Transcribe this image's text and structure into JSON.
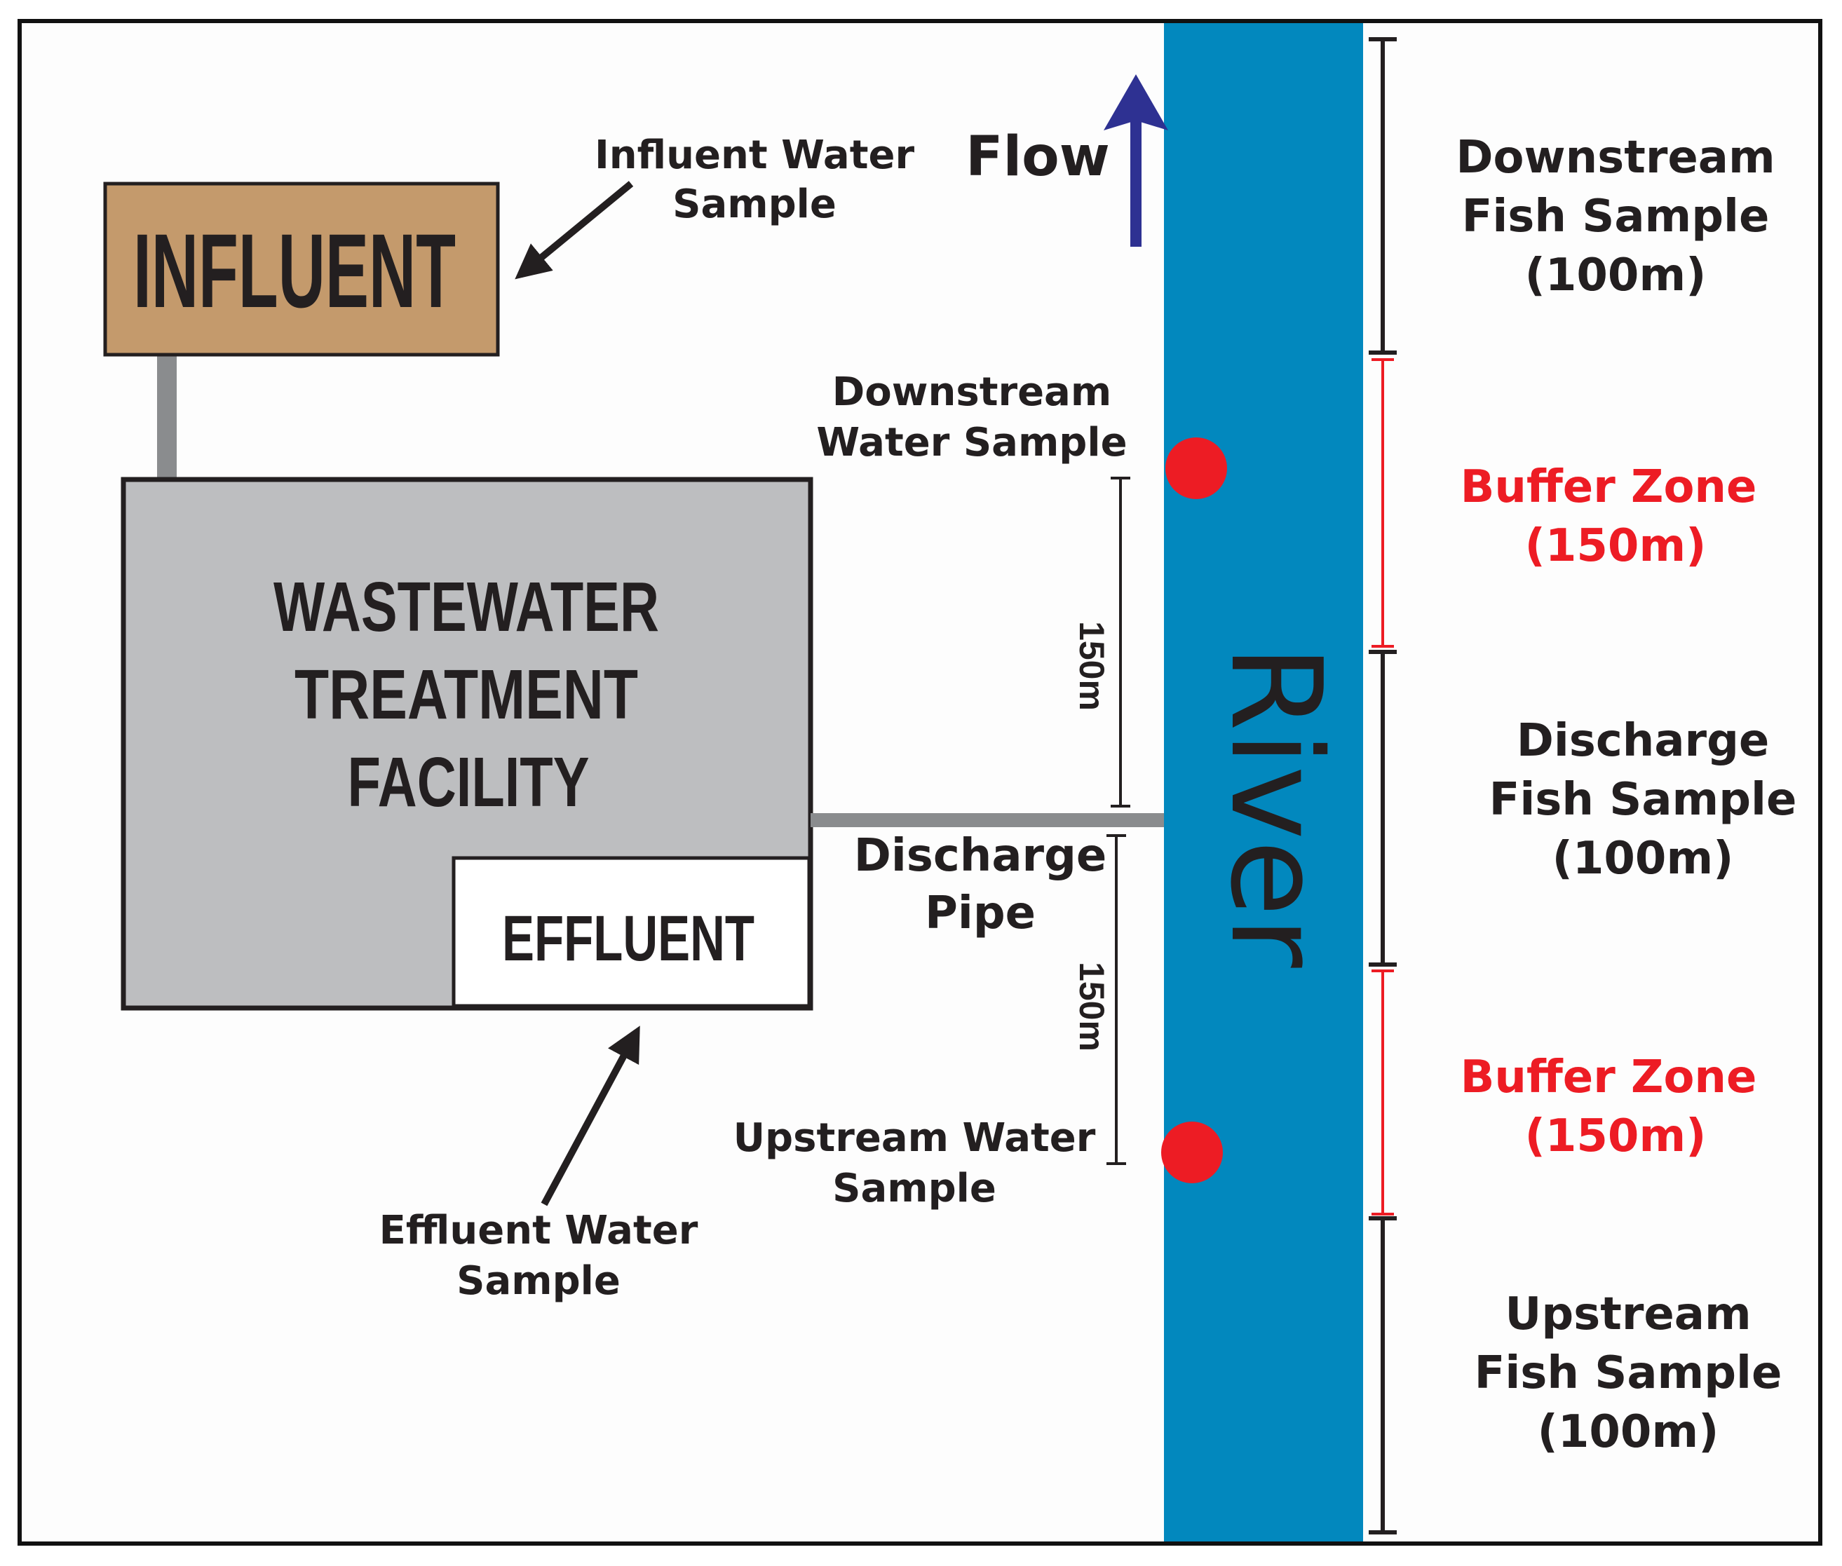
{
  "boxes": {
    "influent": "INFLUENT",
    "facility_lines": [
      "WASTEWATER",
      "TREATMENT",
      "FACILITY"
    ],
    "effluent": "EFFLUENT"
  },
  "river": {
    "label": "River"
  },
  "flow": {
    "label": "Flow"
  },
  "labels": {
    "influent_sample": [
      "Influent Water",
      "Sample"
    ],
    "effluent_sample": [
      "Effluent Water",
      "Sample"
    ],
    "downstream_water_sample": [
      "Downstream",
      "Water Sample"
    ],
    "upstream_water_sample": [
      "Upstream Water",
      "Sample"
    ],
    "discharge_pipe": [
      "Discharge",
      "Pipe"
    ],
    "distance_upper": "150m",
    "distance_lower": "150m"
  },
  "zones": [
    {
      "lines": [
        "Downstream",
        "Fish Sample",
        "(100m)"
      ],
      "type": "fish"
    },
    {
      "lines": [
        "Buffer Zone",
        "(150m)"
      ],
      "type": "buffer"
    },
    {
      "lines": [
        "Discharge",
        "Fish Sample",
        "(100m)"
      ],
      "type": "fish"
    },
    {
      "lines": [
        "Buffer Zone",
        "(150m)"
      ],
      "type": "buffer"
    },
    {
      "lines": [
        "Upstream",
        "Fish Sample",
        "(100m)"
      ],
      "type": "fish"
    }
  ],
  "colors": {
    "river": "#0288be",
    "influent_box": "#c49a6c",
    "facility_box": "#bdbec0",
    "pipe": "#8a8c8e",
    "sample_dot": "#ed1c24",
    "buffer_text": "#ed1c24",
    "flow_arrow": "#2e3192"
  }
}
